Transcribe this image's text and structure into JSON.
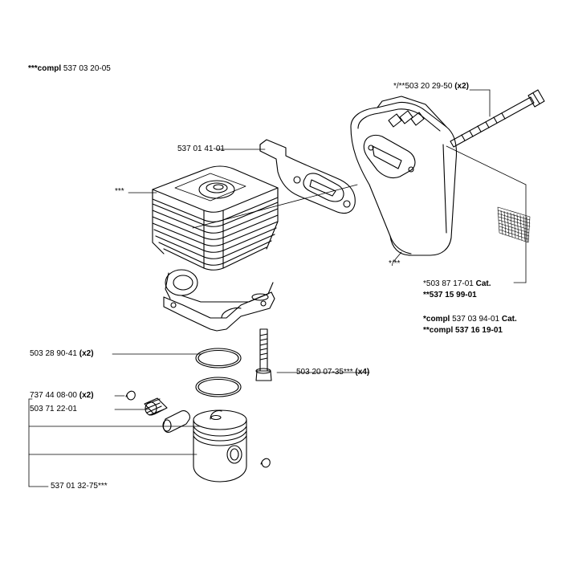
{
  "header": {
    "compl_prefix": "***compl",
    "compl_number": "537 03 20-05"
  },
  "callouts": {
    "bolt_top": {
      "number": "*/**503 20 29-50",
      "qty": "(x2)"
    },
    "gasket": {
      "number": "537 01 41-01"
    },
    "cylinder": {
      "number": "***"
    },
    "muffler_side": {
      "number": "*/**"
    },
    "screen_1": {
      "number": "*503 87 17-01",
      "suffix": "Cat."
    },
    "screen_2": {
      "number": "**537 15 99-01"
    },
    "compl_cat": {
      "prefix": "*compl",
      "number": "537 03 94-01",
      "suffix": "Cat."
    },
    "compl_2": {
      "prefix": "**compl",
      "number": "537 16 19-01"
    },
    "rings": {
      "number": "503 28 90-41",
      "qty": "(x2)"
    },
    "bolt_bottom": {
      "number": "503 20 07-35***",
      "qty": "(x4)"
    },
    "circlip": {
      "number": "737 44 08-00",
      "qty": "(x2)"
    },
    "bearing": {
      "number": "503 71 22-01"
    },
    "piston": {
      "number": "537 01 32-75***"
    }
  }
}
